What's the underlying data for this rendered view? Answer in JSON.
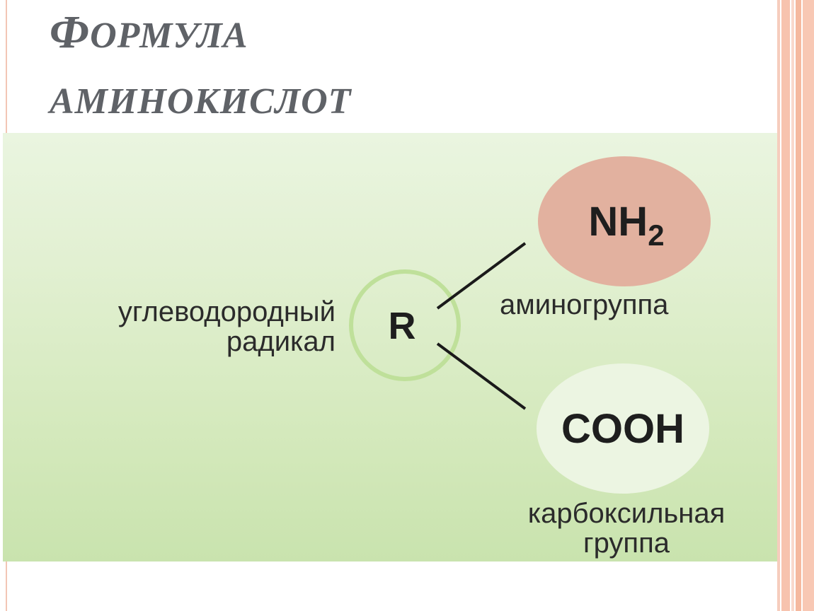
{
  "title": {
    "first_letter": "Ф",
    "line1_rest": "ОРМУЛА",
    "line2": "АМИНОКИСЛОТ"
  },
  "diagram": {
    "center_formula": "R",
    "center_label_line1": "углеводородный",
    "center_label_line2": "радикал",
    "top_group": {
      "formula_main": "NH",
      "formula_subscript": "2",
      "label": "аминогруппа"
    },
    "bottom_group": {
      "formula": "COOH",
      "label_line1": "карбоксильная",
      "label_line2": "группа"
    }
  },
  "colors": {
    "title": "#5f6267",
    "panel_top": "#eaf5e0",
    "panel_bottom": "#c9e3ae",
    "amino_circle": "#e2b19f",
    "carboxyl_circle": "#ecf5e2",
    "radical_ring": "#b9dc8e",
    "stripe_accent": "#f5bfa8"
  }
}
